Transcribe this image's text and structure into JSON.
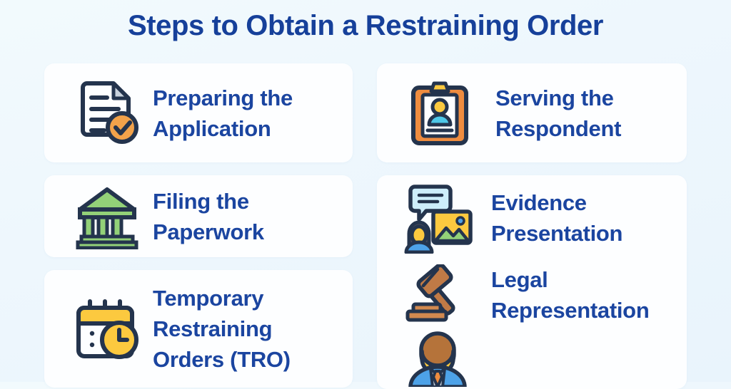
{
  "header": {
    "title": "Steps to Obtain a Restraining Order"
  },
  "theme": {
    "background": "#eef7fd",
    "card_background": "#fdfeff",
    "title_color": "#16409a",
    "label_color": "#1b45a0",
    "outline_color": "#24344d",
    "orange": "#ef8c3f",
    "yellow": "#fcc93f",
    "green": "#93d178",
    "cyan": "#4ec8e8",
    "blue": "#4da2e8",
    "brown": "#c07a46"
  },
  "steps": [
    {
      "id": "preparing-the-application",
      "label": "Preparing the\nApplication",
      "label_line1": "Preparing the",
      "label_line2": "Application",
      "icon": "document-check-icon",
      "column": "left"
    },
    {
      "id": "serving-the-respondent",
      "label": "Serving the\nRespondent",
      "label_line1": "Serving the",
      "label_line2": "Respondent",
      "icon": "clipboard-person-icon",
      "column": "right"
    },
    {
      "id": "filing-the-paperwork",
      "label": "Filing the\nPaperwork",
      "label_line1": "Filing the",
      "label_line2": "Paperwork",
      "icon": "courthouse-icon",
      "column": "left"
    },
    {
      "id": "evidence-presentation",
      "label": "Evidence\nPresentation",
      "label_line1": "Evidence",
      "label_line2": "Presentation",
      "icon": "chat-photo-person-icon",
      "column": "right"
    },
    {
      "id": "temporary-restraining-orders",
      "label": "Temporary\nRestraining\nOrders (TRO)",
      "label_line1": "Temporary",
      "label_line2": "Restraining",
      "label_line3": "Orders (TRO)",
      "icon": "calendar-clock-icon",
      "column": "left"
    },
    {
      "id": "legal-representation",
      "label": "Legal\nRepresentation",
      "label_line1": "Legal",
      "label_line2": "Representation",
      "icon": "gavel-icon",
      "column": "right"
    }
  ],
  "extra_icons": [
    {
      "id": "lawyer-avatar",
      "icon": "business-person-icon",
      "label": ""
    }
  ]
}
